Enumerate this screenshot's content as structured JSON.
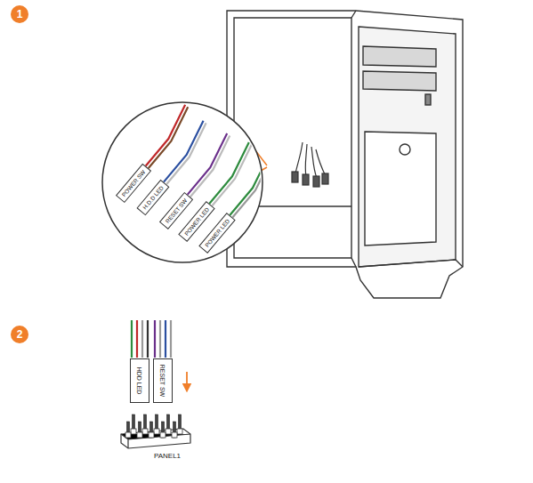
{
  "diagram": {
    "labels": [
      "1",
      "POWER SW",
      "H.D.D LED",
      "RESET SW",
      "POWER LED",
      "POWER LED",
      "2",
      "HDD LED",
      "RESET SW",
      "PANEL1"
    ]
  }
}
